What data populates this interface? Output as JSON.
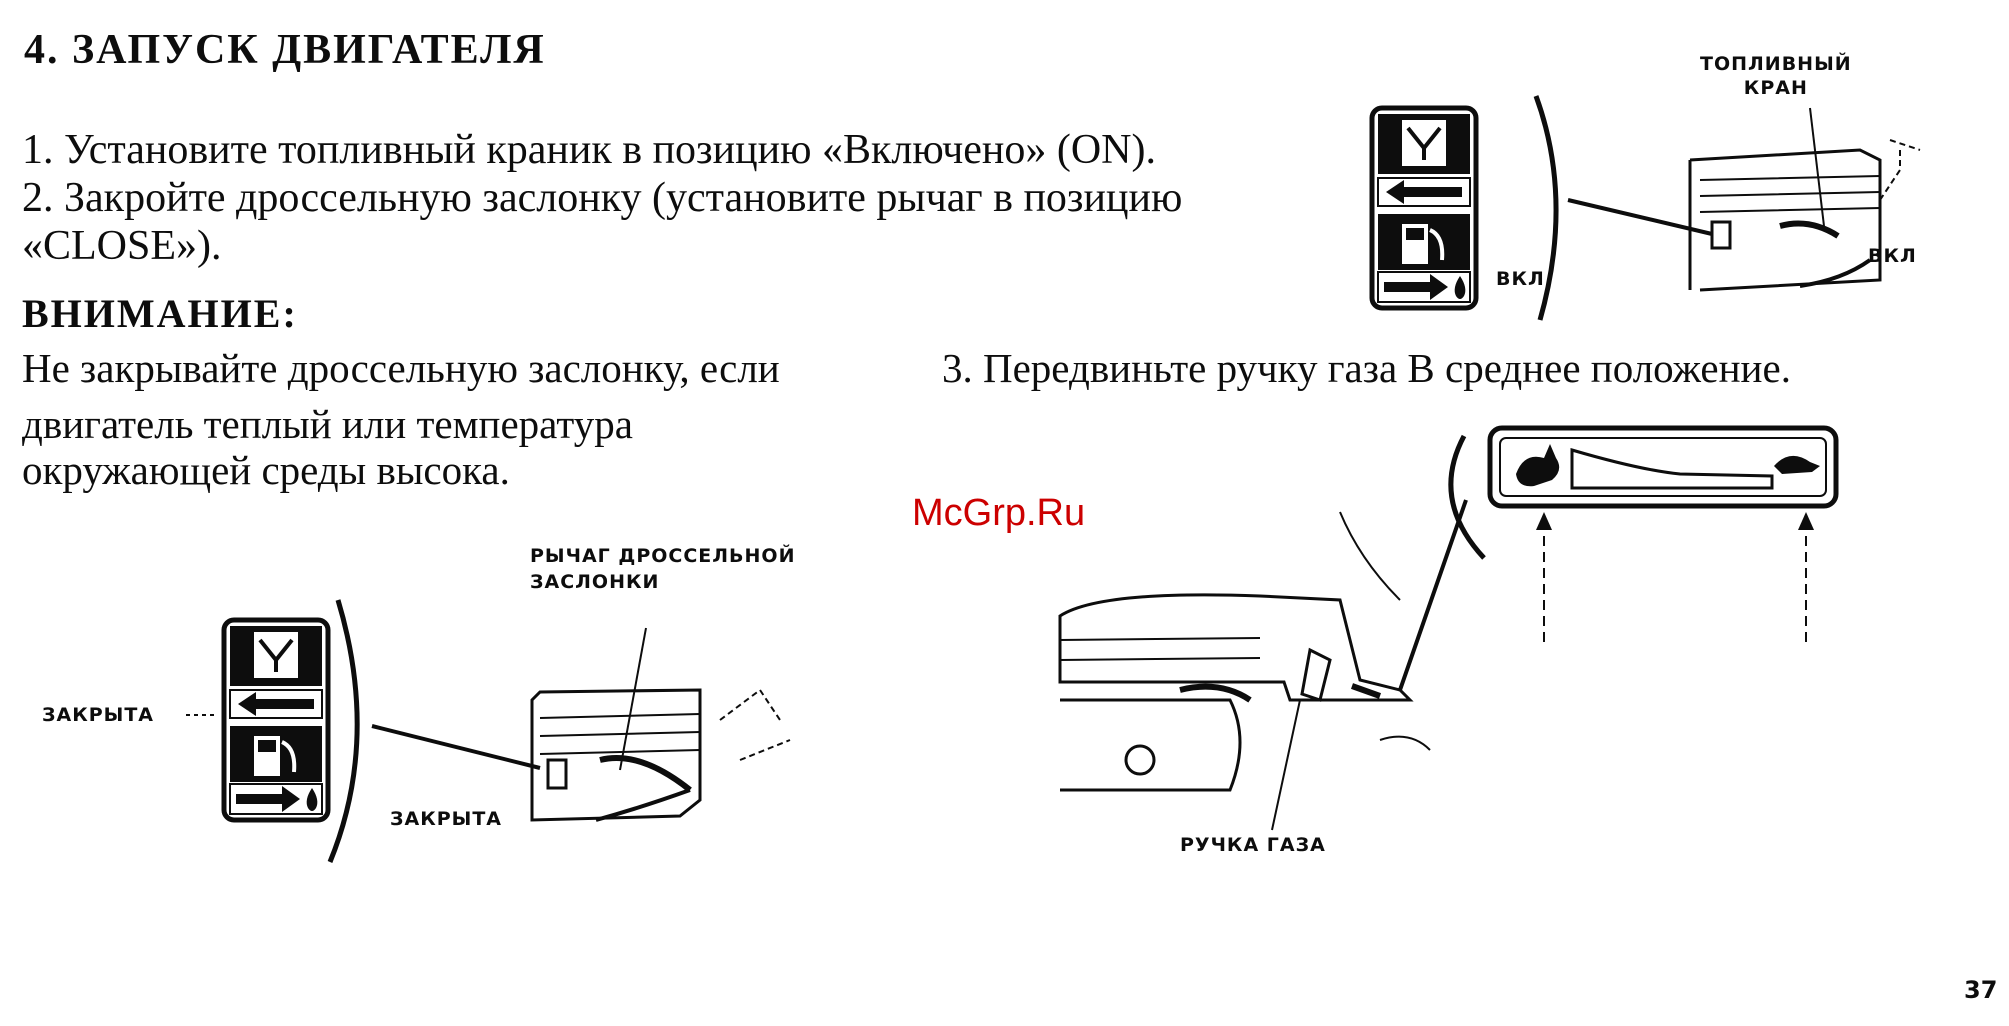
{
  "page": {
    "title": "4. ЗАПУСК ДВИГАТЕЛЯ",
    "steps": {
      "step1": "1. Установите топливный краник в позицию «Включено» (ON).",
      "step2_line1": "2. Закройте дроссельную заслонку (установите рычаг в позицию",
      "step2_line2": "«CLOSE»).",
      "step3": "3. Передвиньте ручку газа В среднее положение."
    },
    "warning": {
      "title": "ВНИМАНИЕ:",
      "line1": "Не закрывайте дроссельную заслонку, если",
      "line2": "двигатель теплый или температура",
      "line3": "окружающей среды высока."
    },
    "watermark": "McGrp.Ru",
    "page_number": "37"
  },
  "figures": {
    "fuel_valve": {
      "label_line1": "ТОПЛИВНЫЙ",
      "label_line2": "КРАН",
      "on_label": "ВКЛ",
      "on_label_2": "ВКЛ"
    },
    "choke": {
      "lever_label_line1": "РЫЧАГ ДРОССЕЛЬНОЙ",
      "lever_label_line2": "ЗАСЛОНКИ",
      "closed_label_1": "ЗАКРЫТА",
      "closed_label_2": "ЗАКРЫТА"
    },
    "throttle": {
      "grip_label": "РУЧКА ГАЗА"
    }
  },
  "icons": [
    "choke-decal-icon",
    "fuel-pump-icon",
    "arrow-left-icon",
    "arrow-right-icon",
    "fuel-drop-icon",
    "rabbit-icon",
    "turtle-icon"
  ],
  "colors": {
    "ink": "#0d0d0d",
    "watermark": "#cc0000",
    "background": "#ffffff"
  }
}
